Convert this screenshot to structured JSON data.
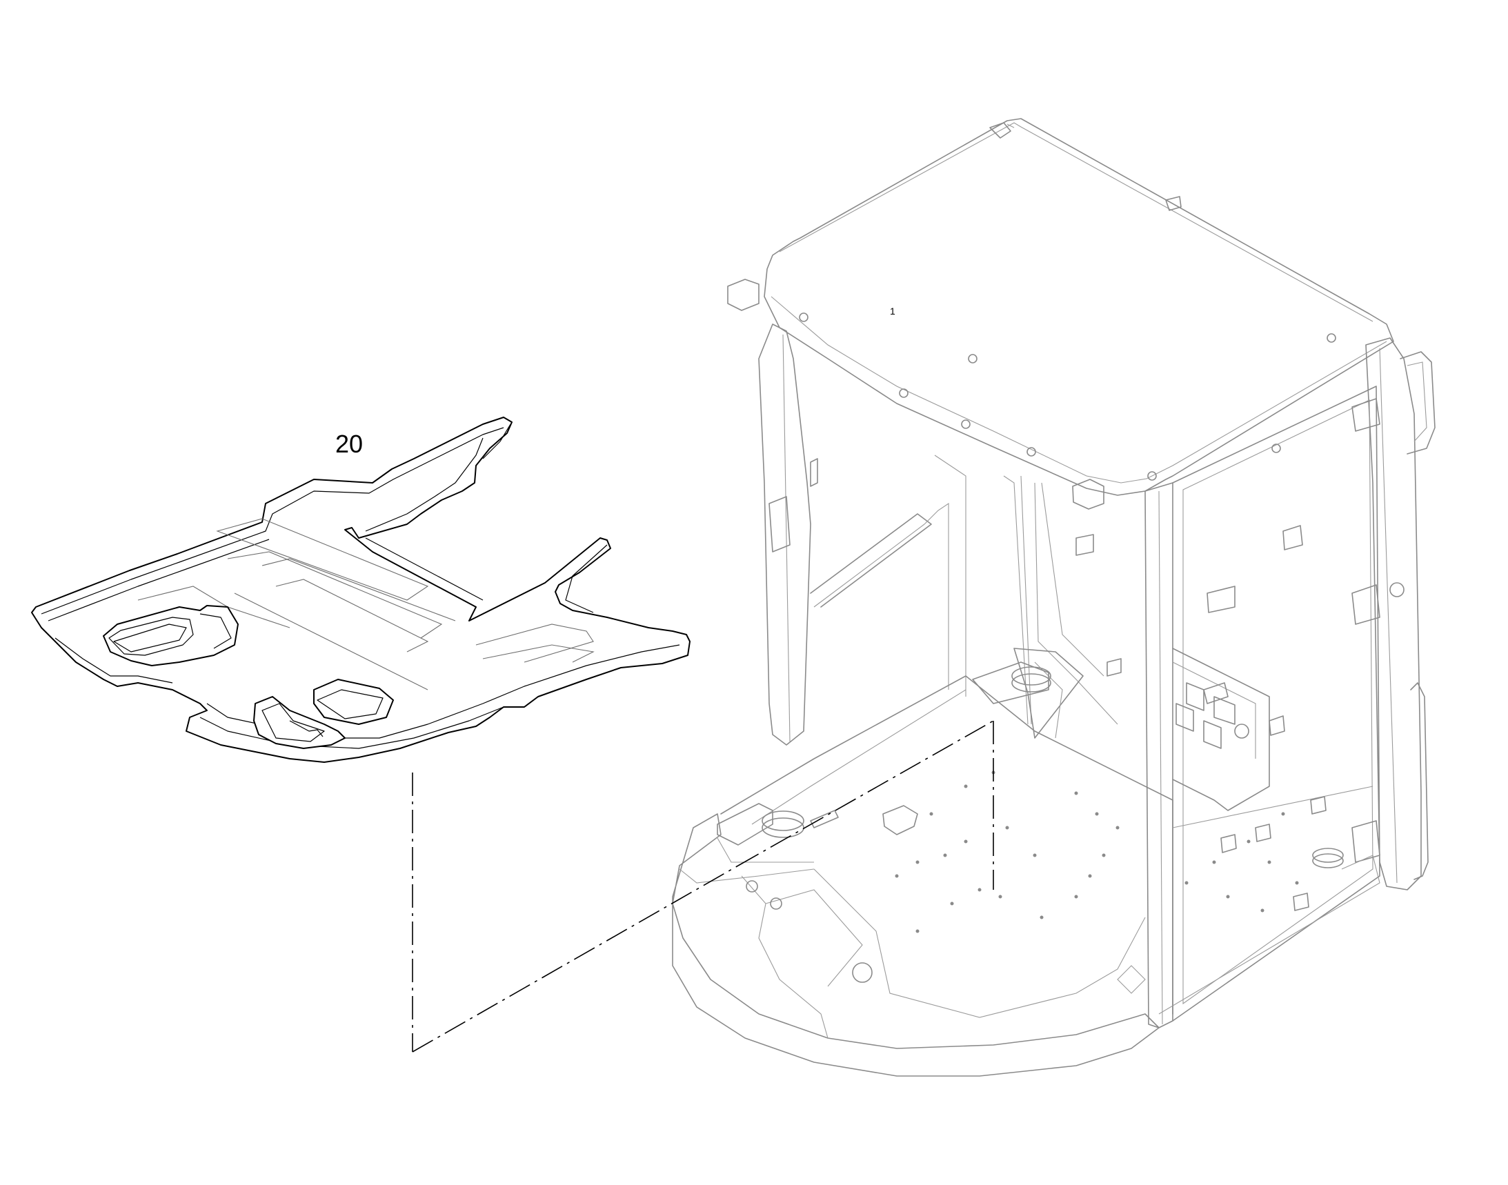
{
  "diagram": {
    "callouts": [
      {
        "id": "item-20",
        "label": "20"
      },
      {
        "id": "item-1",
        "label": "1"
      }
    ],
    "colors": {
      "mat_line": "#000000",
      "cab_line": "#8a8a8a",
      "leader_line": "#000000",
      "background": "#ffffff"
    }
  }
}
